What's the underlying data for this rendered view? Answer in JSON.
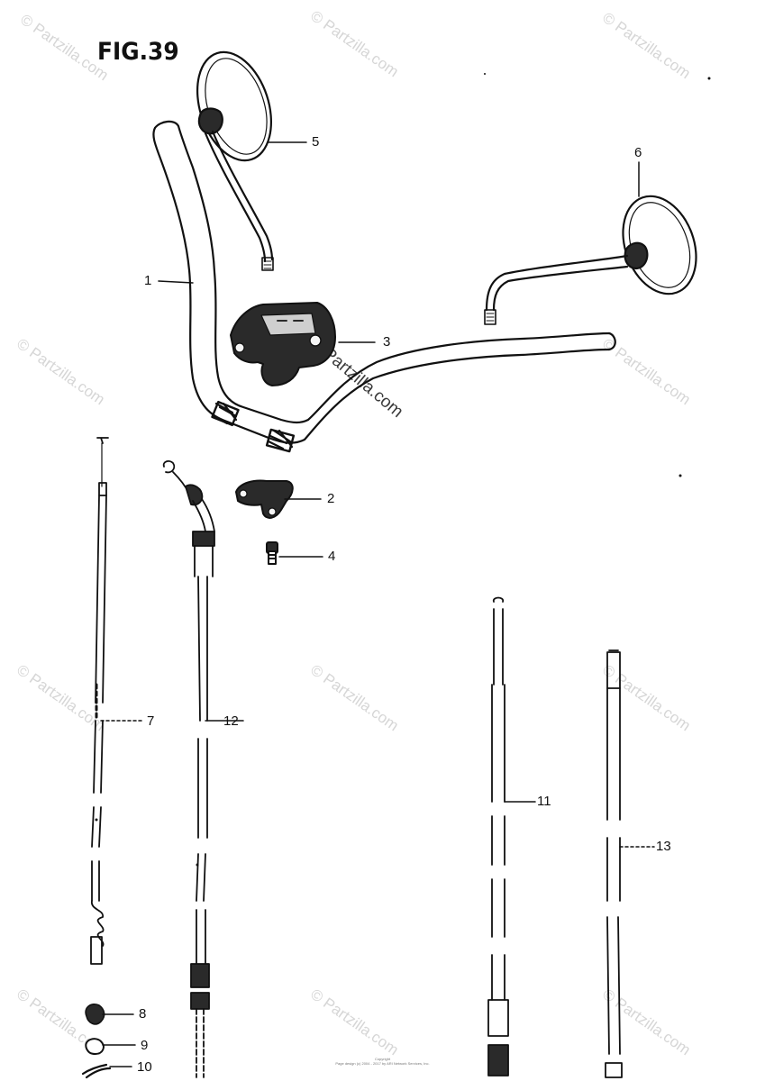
{
  "figure": {
    "title": "FIG.39"
  },
  "callouts": [
    {
      "id": "1",
      "label": "1"
    },
    {
      "id": "2",
      "label": "2"
    },
    {
      "id": "3",
      "label": "3"
    },
    {
      "id": "4",
      "label": "4"
    },
    {
      "id": "5",
      "label": "5"
    },
    {
      "id": "6",
      "label": "6"
    },
    {
      "id": "7",
      "label": "7"
    },
    {
      "id": "8",
      "label": "8"
    },
    {
      "id": "9",
      "label": "9"
    },
    {
      "id": "10",
      "label": "10"
    },
    {
      "id": "11",
      "label": "11"
    },
    {
      "id": "12",
      "label": "12"
    },
    {
      "id": "13",
      "label": "13"
    }
  ],
  "watermark": {
    "text": "© Partzilla.com",
    "center_text": "Partzilla.com"
  },
  "footer": {
    "line1": "Copyright",
    "line2": "Page design (c) 2004 - 2017 by ARI Network Services, Inc."
  }
}
